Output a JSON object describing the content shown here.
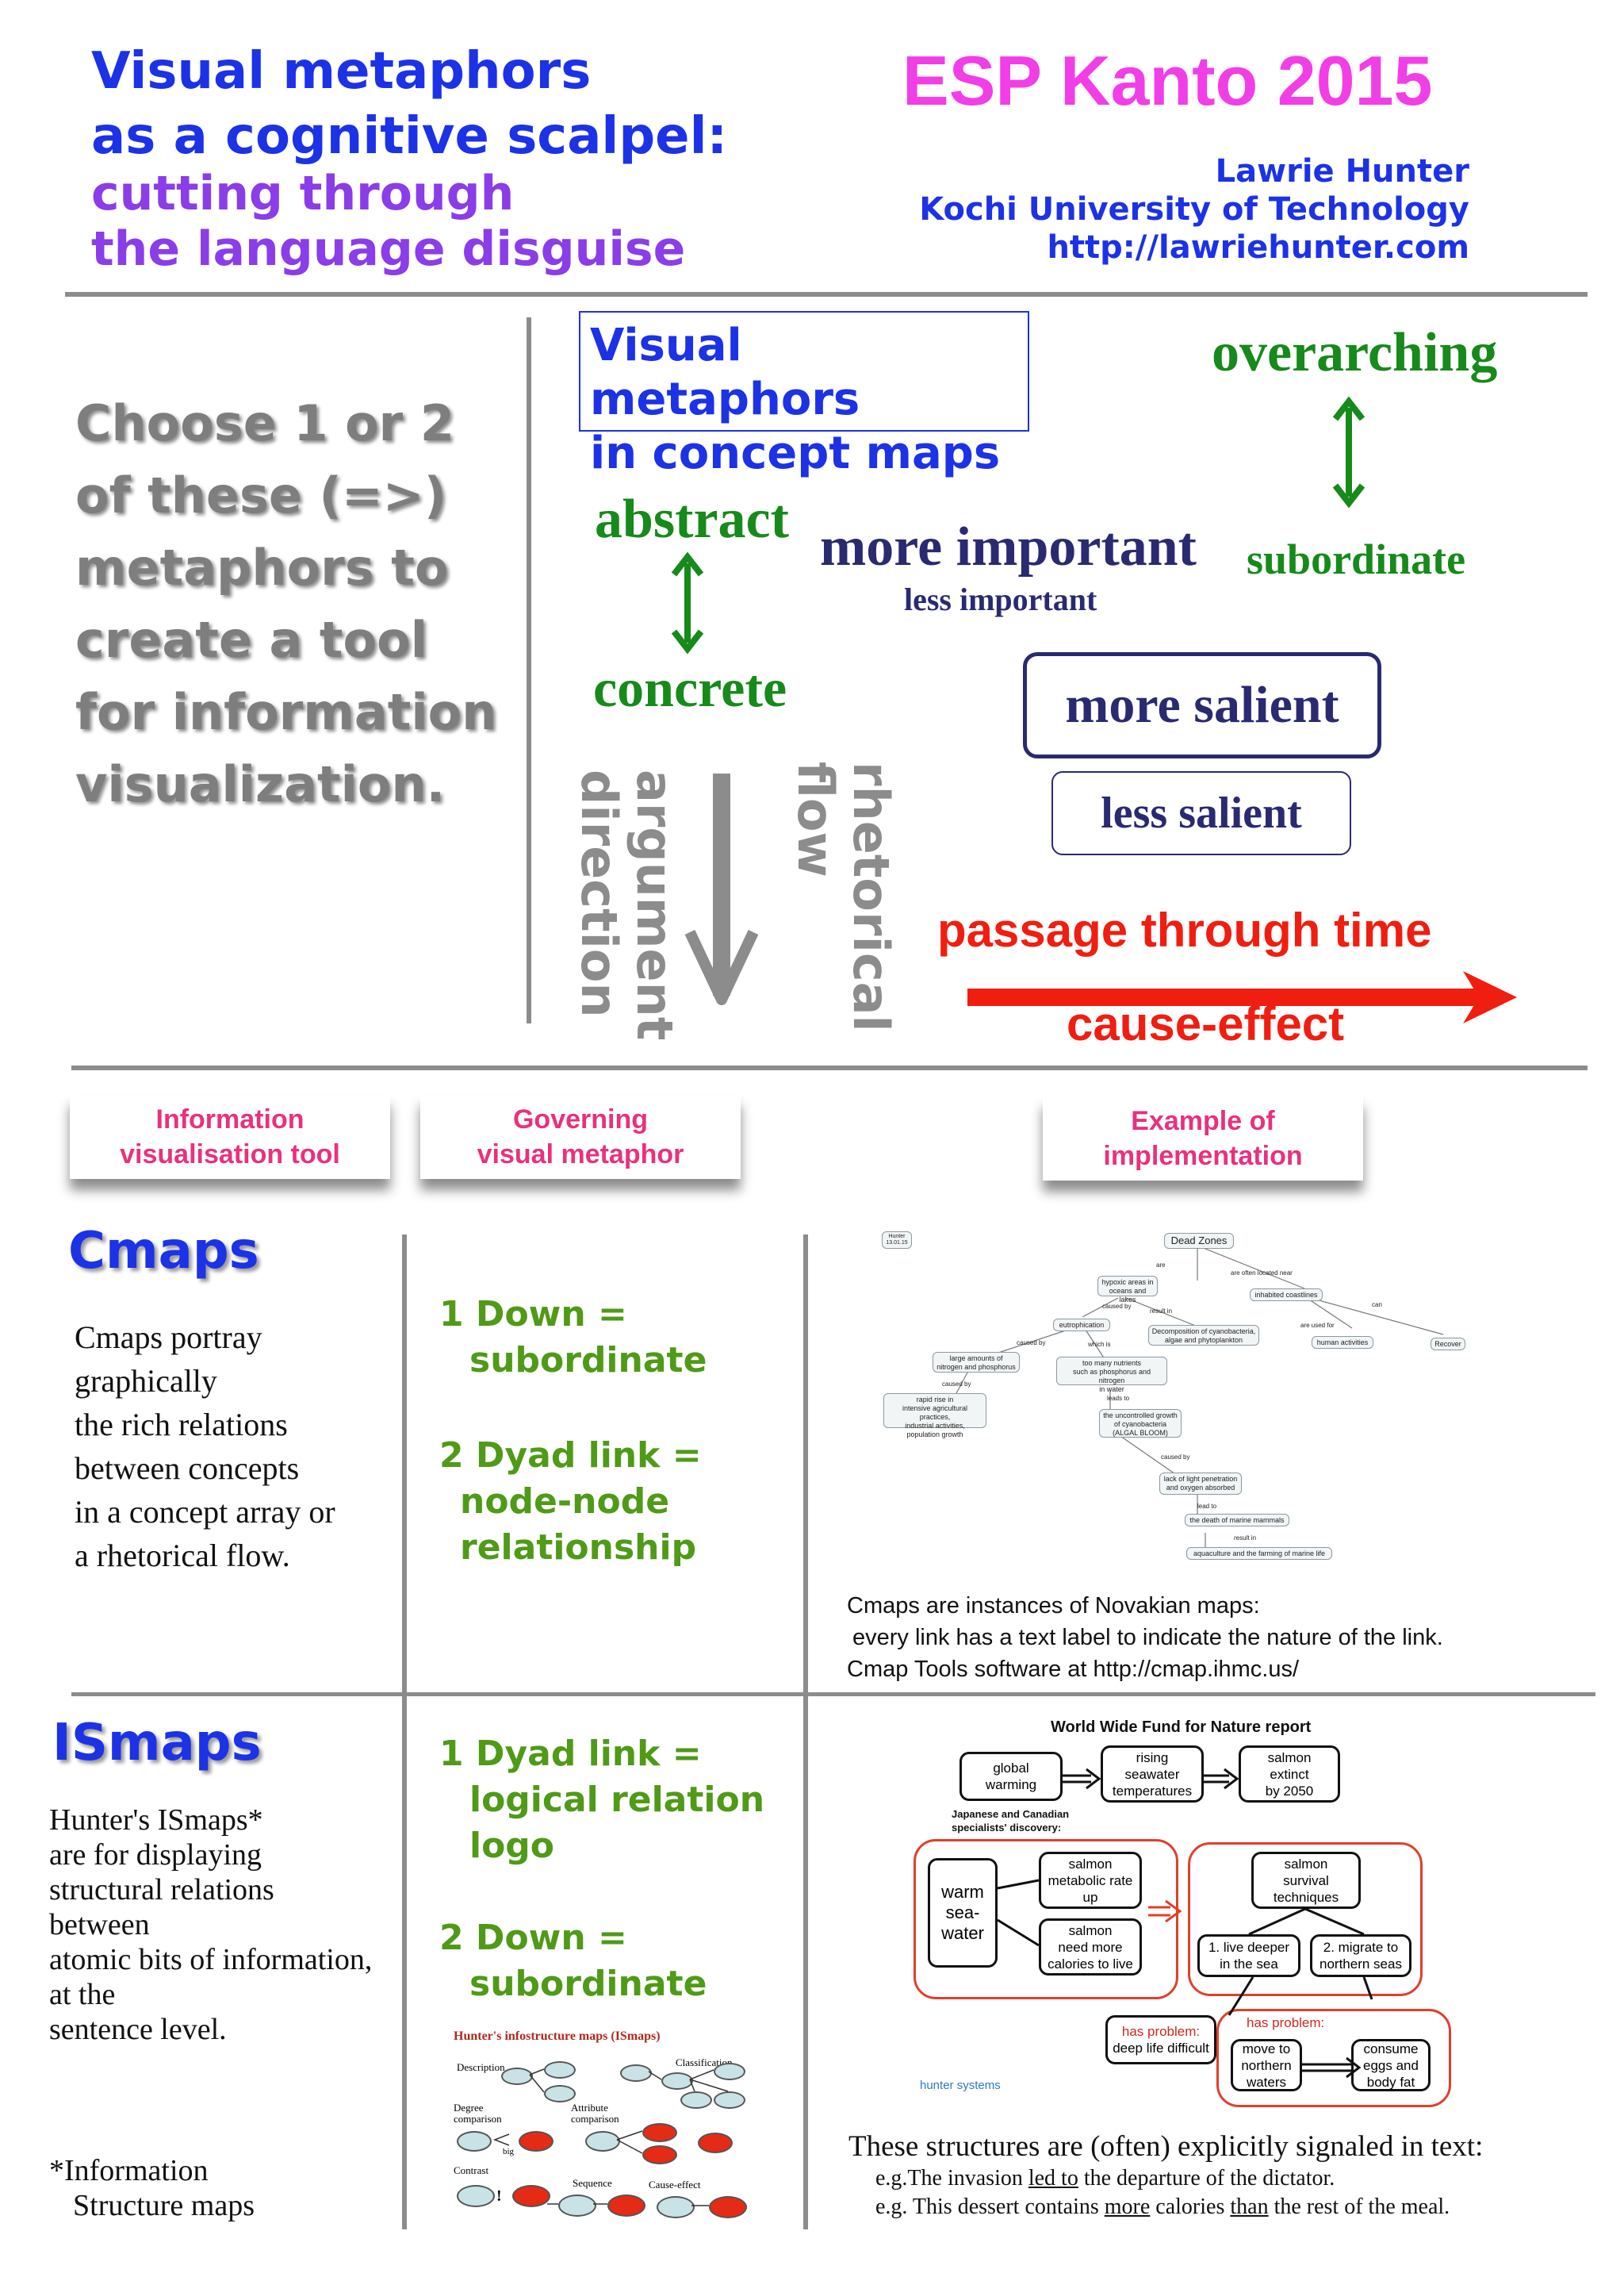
{
  "header": {
    "title_line1": "Visual metaphors",
    "title_line2": "as a cognitive scalpel:",
    "subtitle_line1": "cutting through",
    "subtitle_line2": "the language disguise",
    "conference": "ESP Kanto 2015",
    "author": "Lawrie Hunter",
    "affiliation": "Kochi University of Technology",
    "url": "http://lawriehunter.com"
  },
  "instructions": {
    "lines": [
      "Choose 1 or 2",
      "of these (=>)",
      "metaphors to",
      "create a tool",
      "for information",
      "visualization."
    ]
  },
  "metaphors": {
    "box_title_line1": "Visual metaphors",
    "box_title_line2": "in concept maps",
    "abstract": "abstract",
    "concrete": "concrete",
    "more_important": "more important",
    "less_important": "less important",
    "overarching": "overarching",
    "subordinate": "subordinate",
    "more_salient": "more salient",
    "less_salient": "less salient",
    "argument_line1": "argument",
    "argument_line2": "direction",
    "rhetorical_line1": "rhetorical",
    "rhetorical_line2": "flow",
    "passage_through_time": "passage through time",
    "cause_effect": "cause-effect",
    "colors": {
      "green": "#168a1a",
      "navy": "#2a2a72",
      "red": "#f01e10",
      "gray": "#8c8c8c"
    }
  },
  "table_headers": {
    "tool_line1": "Information",
    "tool_line2": "visualisation tool",
    "metaphor_line1": "Governing",
    "metaphor_line2": "visual metaphor",
    "example_line1": "Example of",
    "example_line2": "implementation"
  },
  "cmaps": {
    "title": "Cmaps",
    "description": [
      "Cmaps portray",
      "graphically",
      "the rich relations",
      "between concepts",
      "in a concept array or",
      "a rhetorical flow."
    ],
    "metaphor1_line1": "1 Down =",
    "metaphor1_line2": "subordinate",
    "metaphor2_line1": "2 Dyad link =",
    "metaphor2_line2": "node-node",
    "metaphor2_line3": "relationship",
    "note": [
      "Cmaps are instances of Novakian maps:",
      "every link has a text label to indicate the nature of the link.",
      "Cmap Tools software at http://cmap.ihmc.us/"
    ],
    "example_map": {
      "corner_label_line1": "Hunter",
      "corner_label_line2": "13.01.15",
      "root": "Dead Zones",
      "nodes": {
        "hypoxic_line1": "hypoxic areas in",
        "hypoxic_line2": "oceans and lakes",
        "inhabited": "inhabited coastlines",
        "eutrophication": "eutrophication",
        "decomposition_line1": "Decomposition  of  cyanobacteria,",
        "decomposition_line2": "algae and phytoplankton",
        "human": "human activities",
        "recover": "Recover",
        "nitrogen_line1": "large amounts of",
        "nitrogen_line2": "nitrogen and phosphorus",
        "nutrients_line1": "too many nutrients",
        "nutrients_line2": "such as phosphorus and nitrogen",
        "nutrients_line3": "in water",
        "rapid_line1": "rapid rise in",
        "rapid_line2": "intensive agricultural practices,",
        "rapid_line3": "industrial activities,",
        "rapid_line4": "population growth",
        "growth_line1": "the uncontrolled growth",
        "growth_line2": "of cyanobacteria",
        "growth_line3": "(ALGAL BLOOM)",
        "light_line1": "lack of light penetration",
        "light_line2": "and oxygen absorbed",
        "death": "the death of marine mammals",
        "aquaculture": "aquaculture and  the farming of marine life"
      },
      "links": {
        "are": "are",
        "often_located": "are often located near",
        "can": "can",
        "caused_by": "caused by",
        "result_in": "result in",
        "are_used_for": "are used for",
        "caused_by2": "caused by",
        "which_is": "which is",
        "caused_by3": "caused by",
        "leads_to": "leads to",
        "caused_by4": "caused by",
        "lead_to": "lead to",
        "result_in2": "result in"
      }
    }
  },
  "ismaps": {
    "title": "ISmaps",
    "description": [
      "Hunter's ISmaps*",
      "are for displaying",
      "structural relations",
      "between",
      "atomic bits of  information,",
      "at the",
      "sentence level."
    ],
    "footnote_line1": "*Information",
    "footnote_line2": "Structure maps",
    "metaphor1_line1": "1 Dyad link =",
    "metaphor1_line2": "logical relation",
    "metaphor1_line3": "logo",
    "metaphor2_line1": "2 Down =",
    "metaphor2_line2": "subordinate",
    "legend": {
      "title": "Hunter's infostructure maps (ISmaps)",
      "description": "Description",
      "classification": "Classification",
      "degree_line1": "Degree",
      "degree_line2": "comparison",
      "attribute_line1": "Attribute",
      "attribute_line2": "comparison",
      "big": "big",
      "contrast": "Contrast",
      "sequence": "Sequence",
      "cause_effect": "Cause-effect"
    },
    "example": {
      "title": "World Wide Fund for Nature report",
      "global_line1": "global",
      "global_line2": "warming",
      "rising_line1": "rising",
      "rising_line2": "seawater",
      "rising_line3": "temperatures",
      "extinct_line1": "salmon",
      "extinct_line2": "extinct",
      "extinct_line3": "by 2050",
      "specialists_line1": "Japanese and Canadian",
      "specialists_line2": "specialists' discovery:",
      "warm_line1": "warm",
      "warm_line2": "sea-",
      "warm_line3": "water",
      "metabolic_line1": "salmon",
      "metabolic_line2": "metabolic rate",
      "metabolic_line3": "up",
      "calories_line1": "salmon",
      "calories_line2": "need more",
      "calories_line3": "calories to live",
      "survival_line1": "salmon",
      "survival_line2": "survival",
      "survival_line3": "techniques",
      "deeper_line1": "1. live deeper",
      "deeper_line2": "in the sea",
      "migrate_line1": "2. migrate to",
      "migrate_line2": "northern seas",
      "problem1_label": "has problem:",
      "problem1_text": "deep life difficult",
      "problem2_label": "has problem:",
      "north_line1": "move to",
      "north_line2": "northern",
      "north_line3": "waters",
      "eggs_line1": "consume",
      "eggs_line2": "eggs and",
      "eggs_line3": "body fat",
      "credit": "hunter systems"
    },
    "signals": {
      "heading": "These structures are (often) explicitly signaled in text:",
      "ex1_prefix": "e.g.The invasion ",
      "ex1_signal": "led to",
      "ex1_suffix": " the departure of the dictator.",
      "ex2_prefix": "e.g. This dessert contains ",
      "ex2_signal1": "more",
      "ex2_middle": " calories ",
      "ex2_signal2": "than",
      "ex2_suffix": " the rest of the meal."
    }
  }
}
